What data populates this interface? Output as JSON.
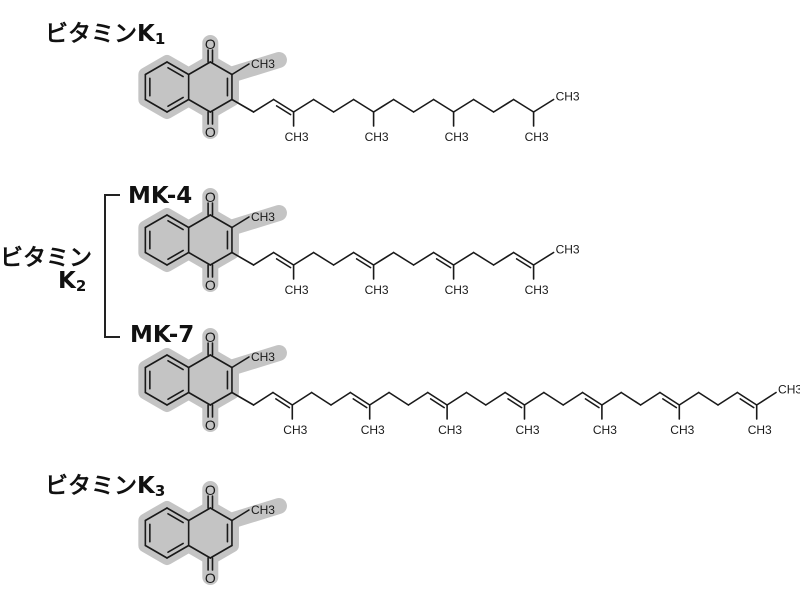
{
  "labels": {
    "k1": {
      "main": "ビタミンK",
      "sub": "1"
    },
    "k2": {
      "main": "ビタミン",
      "line2": "K",
      "sub": "2"
    },
    "mk4": "MK-4",
    "mk7": "MK-7",
    "k3": {
      "main": "ビタミンK",
      "sub": "3"
    }
  },
  "atoms": {
    "oxygen": "O",
    "methyl": "CH3"
  },
  "molecules": [
    {
      "name": "vitamin-k1",
      "prenyl_units": 4,
      "unsaturated_units": 1
    },
    {
      "name": "mk-4",
      "prenyl_units": 4,
      "unsaturated_units": 4
    },
    {
      "name": "mk-7",
      "prenyl_units": 7,
      "unsaturated_units": 7
    },
    {
      "name": "vitamin-k3",
      "prenyl_units": 0,
      "unsaturated_units": 0
    }
  ],
  "colors": {
    "highlight": "#c4c4c4",
    "bond": "#1a1a1a"
  }
}
